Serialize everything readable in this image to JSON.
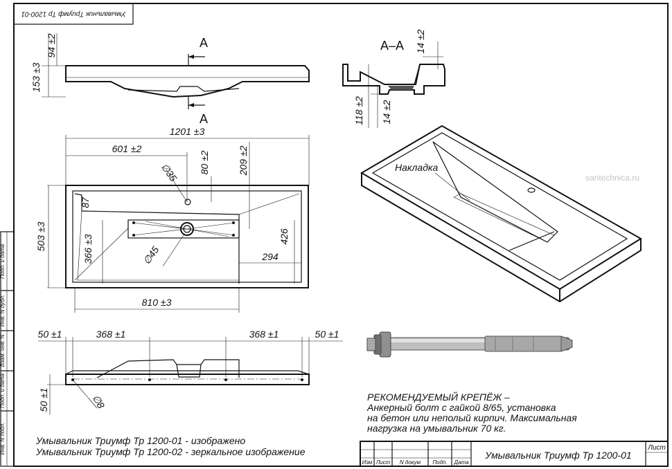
{
  "stamp": "Умывальник Триумф Тр 1200-01",
  "section": {
    "cut": "А",
    "title": "А–А"
  },
  "dims": {
    "d94": "94 ±2",
    "d153": "153 ±3",
    "d1201": "1201 ±3",
    "d601": "601 ±2",
    "d80": "80 ±2",
    "d209": "209 ±2",
    "d35": "∅35",
    "d87": "87",
    "d503": "503 ±3",
    "d366": "366 ±3",
    "d45": "∅45",
    "d426": "426",
    "d294": "294",
    "d810": "810 ±3",
    "d50a": "50 ±1",
    "d368a": "368 ±1",
    "d368b": "368 ±1",
    "d50b": "50 ±1",
    "d50c": "50 ±1",
    "d8": "∅8",
    "d14a": "14 ±2",
    "d118": "118 ±2",
    "d14b": "14 ±2"
  },
  "overlay_label": "Накладка",
  "recommended": {
    "title": "РЕКОМЕНДУЕМЫЙ КРЕПЁЖ –",
    "line1": "Анкерный болт с гайкой 8/65, установка",
    "line2": "на бетон или неполый кирпич. Максимальная",
    "line3": "нагрузка на умывальник 70 кг."
  },
  "captions": {
    "line1": "Умывальник Триумф Тр 1200-01 - изображено",
    "line2": "Умывальник Триумф Тр 1200-02 - зеркальное изображение"
  },
  "titleblock": {
    "name": "Умывальник Триумф Тр 1200-01",
    "sheet_label": "Лист",
    "cols": [
      "Изм",
      "Лист",
      "N докум",
      "Подп.",
      "Дата"
    ]
  },
  "sidebar": [
    "Подп. и дата",
    "Инв. N дубл.",
    "Взам. инв. N",
    "Подп. и дата",
    "Инв. N подл."
  ],
  "watermark": "santechnica.ru"
}
